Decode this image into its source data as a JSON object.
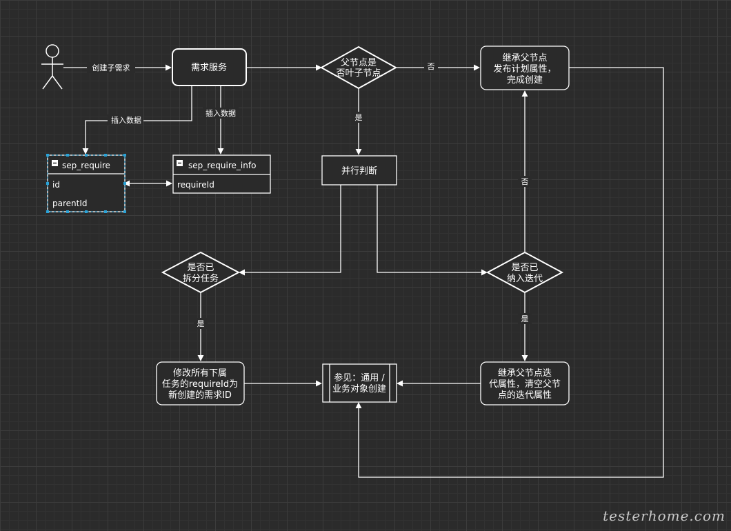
{
  "actor": {
    "name": ""
  },
  "edges": {
    "create_child": "创建子需求",
    "insert_data_1": "插入数据",
    "insert_data_2": "插入数据",
    "no_1": "否",
    "yes_1": "是",
    "no_2": "否",
    "yes_2": "是",
    "yes_3": "是"
  },
  "nodes": {
    "service": "需求服务",
    "decision_leaf": [
      "父节点是",
      "否叶子节点"
    ],
    "inherit_plan": [
      "继承父节点",
      "发布计划属性，",
      "完成创建"
    ],
    "parallel": "并行判断",
    "split_task": [
      "是否已",
      "拆分任务"
    ],
    "in_iteration": [
      "是否已",
      "纳入迭代"
    ],
    "modify_task": [
      "修改所有下属",
      "任务的requireId为",
      "新创建的需求ID"
    ],
    "see_common": [
      "参见：通用 /",
      "业务对象创建"
    ],
    "inherit_iter": [
      "继承父节点迭",
      "代属性，清空父节",
      "点的迭代属性"
    ]
  },
  "tables": {
    "sep_require": {
      "name": "sep_require",
      "fields": [
        "id",
        "parentId"
      ]
    },
    "sep_require_info": {
      "name": "sep_require_info",
      "fields": [
        "requireId"
      ]
    }
  },
  "watermark": "testerhome.com",
  "colors": {
    "background": "#2b2b2b",
    "node_fill": "#2a2a2a",
    "stroke": "#ffffff",
    "selection": "#29a3d8"
  }
}
